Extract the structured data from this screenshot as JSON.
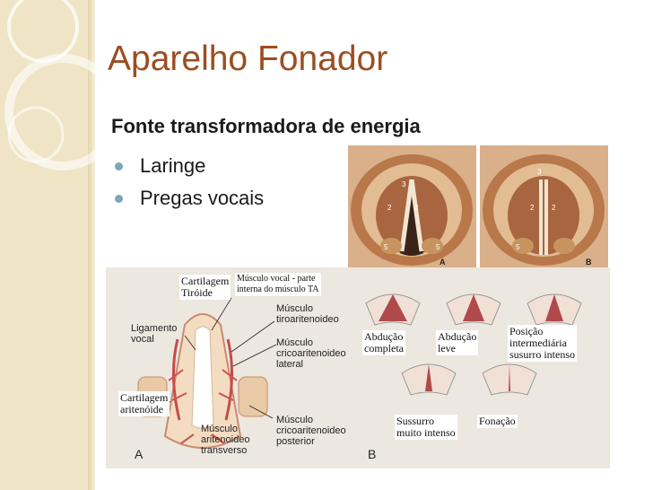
{
  "slide": {
    "title": "Aparelho Fonador",
    "subtitle": "Fonte transformadora de energia",
    "bullets": [
      "Laringe",
      "Pregas vocais"
    ]
  },
  "photos": {
    "label_a": "A",
    "label_b": "B"
  },
  "figure_left": {
    "label_cartilagem_tiroide": "Cartilagem\nTiróide",
    "label_musculo_vocal": "Músculo vocal - parte\ninterna do músculo TA",
    "label_tiroaritenoideo": "Músculo\ntiroaritenoideo",
    "label_ligamento": "Ligamento\nvocal",
    "label_cricoaritenoideo_lateral": "Músculo\ncricoaritenoideo\nlateral",
    "label_cartilagem_aritenoide": "Cartilagem\naritenóide",
    "label_aritenoideo": "Músculo\naritenoideo\ntransverso",
    "label_cricoaritenoideo_posterior": "Músculo\ncricoaritenoideo\nposterior",
    "letter": "A"
  },
  "figure_right": {
    "letter": "B",
    "label_abducao_completa": "Abdução\ncompleta",
    "label_abducao_leve": "Abdução\nleve",
    "label_posicao": "Posição\nintermediária\nsusurro intenso",
    "label_sussurro": "Sussurro\nmuito intenso",
    "label_fonacao": "Fonação"
  },
  "colors": {
    "title": "#9b4e22",
    "band": "#efe4c5",
    "bullet": "#7aa8b8",
    "tissue": "#c98b6e",
    "muscle": "#b84a4a"
  }
}
